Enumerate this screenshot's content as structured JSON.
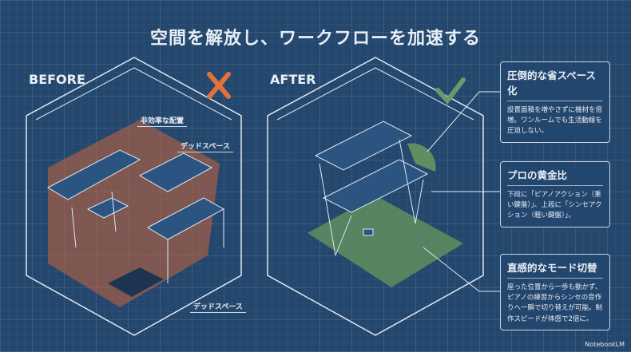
{
  "title": "空間を解放し、ワークフローを加速する",
  "before": {
    "label": "BEFORE",
    "mark": "x-icon",
    "mark_color": "#e0733a",
    "callouts": [
      "非効率な配置",
      "デッドスペース",
      "デッドスペース"
    ],
    "highlight_color": "#c8643a"
  },
  "after": {
    "label": "AFTER",
    "mark": "check-icon",
    "mark_color": "#6a9a6a",
    "floor_color": "#5f8f5f"
  },
  "cards": [
    {
      "title": "圧倒的な省スペース化",
      "body": "設置面積を増やさずに機材を倍増。ワンルームでも生活動線を圧迫しない。"
    },
    {
      "title": "プロの黄金比",
      "body": "下段に「ピアノアクション（重い鍵盤）」、上段に「シンセアクション（軽い鍵盤）」。"
    },
    {
      "title": "直感的なモード切替",
      "body": "座った位置から一歩も動かず、ピアノの練習からシンセの音作りへ一瞬で切り替えが可能。制作スピードが体感で2倍に。"
    }
  ],
  "branding": "NotebookLM"
}
